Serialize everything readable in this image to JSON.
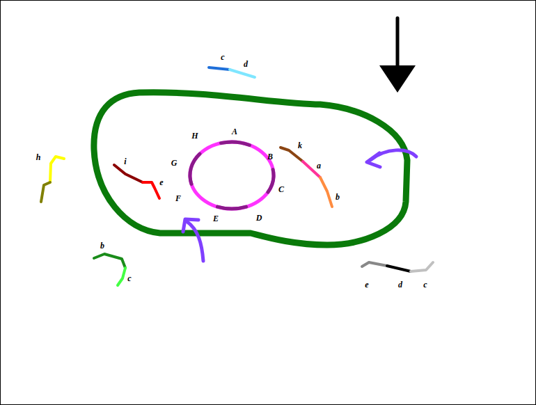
{
  "diagram": {
    "labels": [
      "c",
      "d",
      "H",
      "A",
      "h",
      "G",
      "i",
      "k",
      "a",
      "e",
      "B",
      "C",
      "F",
      "b",
      "E",
      "D",
      "b",
      "c",
      "e",
      "d",
      "c"
    ]
  }
}
